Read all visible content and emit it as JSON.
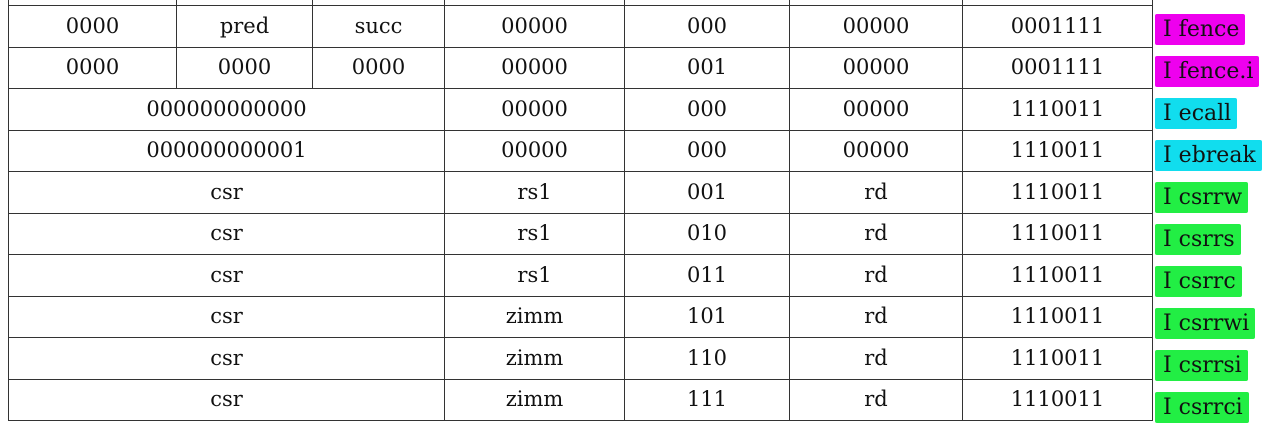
{
  "colors": {
    "magenta": "#ee00ee",
    "cyan": "#11ddee",
    "green": "#22ee44"
  },
  "rows": [
    {
      "layout": "fence",
      "cells": [
        "0000",
        "pred",
        "succ",
        "00000",
        "000",
        "00000",
        "0001111"
      ],
      "label": "I fence",
      "highlight": "magenta"
    },
    {
      "layout": "fence",
      "cells": [
        "0000",
        "0000",
        "0000",
        "00000",
        "001",
        "00000",
        "0001111"
      ],
      "label": "I fence.i",
      "highlight": "magenta"
    },
    {
      "layout": "imm",
      "cells": [
        "000000000000",
        "00000",
        "000",
        "00000",
        "1110011"
      ],
      "label": "I ecall",
      "highlight": "cyan"
    },
    {
      "layout": "imm",
      "cells": [
        "000000000001",
        "00000",
        "000",
        "00000",
        "1110011"
      ],
      "label": "I ebreak",
      "highlight": "cyan"
    },
    {
      "layout": "imm",
      "cells": [
        "csr",
        "rs1",
        "001",
        "rd",
        "1110011"
      ],
      "label": "I csrrw",
      "highlight": "green"
    },
    {
      "layout": "imm",
      "cells": [
        "csr",
        "rs1",
        "010",
        "rd",
        "1110011"
      ],
      "label": "I csrrs",
      "highlight": "green"
    },
    {
      "layout": "imm",
      "cells": [
        "csr",
        "rs1",
        "011",
        "rd",
        "1110011"
      ],
      "label": "I csrrc",
      "highlight": "green"
    },
    {
      "layout": "imm",
      "cells": [
        "csr",
        "zimm",
        "101",
        "rd",
        "1110011"
      ],
      "label": "I csrrwi",
      "highlight": "green"
    },
    {
      "layout": "imm",
      "cells": [
        "csr",
        "zimm",
        "110",
        "rd",
        "1110011"
      ],
      "label": "I csrrsi",
      "highlight": "green"
    },
    {
      "layout": "imm",
      "cells": [
        "csr",
        "zimm",
        "111",
        "rd",
        "1110011"
      ],
      "label": "I csrrci",
      "highlight": "green"
    }
  ]
}
